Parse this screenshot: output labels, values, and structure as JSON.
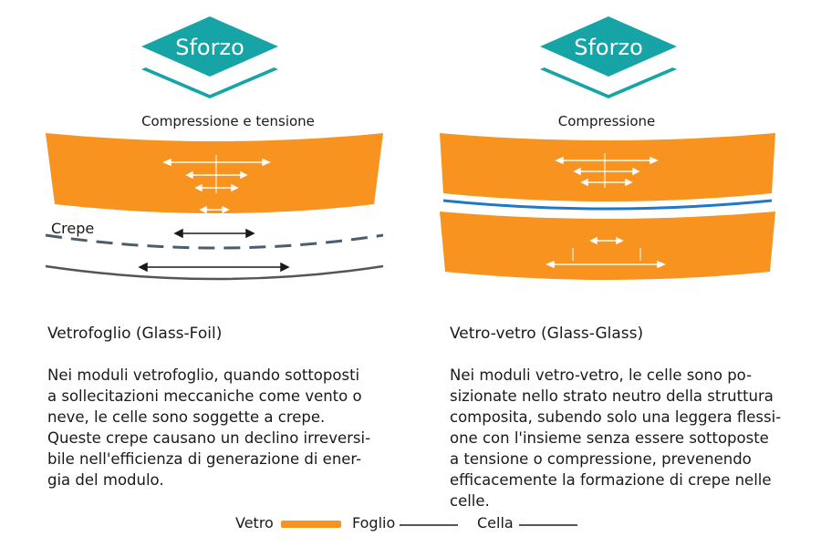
{
  "stress_label": "Sforzo",
  "left": {
    "caption": "Compressione e tensione",
    "crack_label": "Crepe",
    "title": "Vetrofoglio (Glass-Foil)",
    "description": "Nei moduli vetrofoglio, quando sottoposti\na sollecitazioni meccaniche come vento o\nneve, le celle sono soggette a crepe.\nQueste crepe causano un declino irreversi-\nbile nell'efficienza di generazione di ener-\ngia del modulo."
  },
  "right": {
    "caption": "Compressione",
    "title": "Vetro-vetro (Glass-Glass)",
    "description": "Nei moduli vetro-vetro, le celle sono po-\nsizionate nello strato neutro della struttura\ncomposita, subendo solo una leggera flessi-\none con l'insieme senza essere sottoposte\na tensione o compressione, prevenendo\nefficacemente la formazione di crepe nelle\ncelle."
  },
  "legend": {
    "glass": "Vetro",
    "foil": "Foglio",
    "cell": "Cella"
  },
  "colors": {
    "glass": "#f7931e",
    "diamond": "#16a4a6",
    "cell_line": "#1f78c8",
    "foil_line": "#555555",
    "arrow_light": "#ffffff",
    "arrow_dark": "#1a1a1a"
  },
  "icons": [
    "stress-diamond-icon",
    "compression-arrow-icon",
    "tension-arrow-icon"
  ]
}
